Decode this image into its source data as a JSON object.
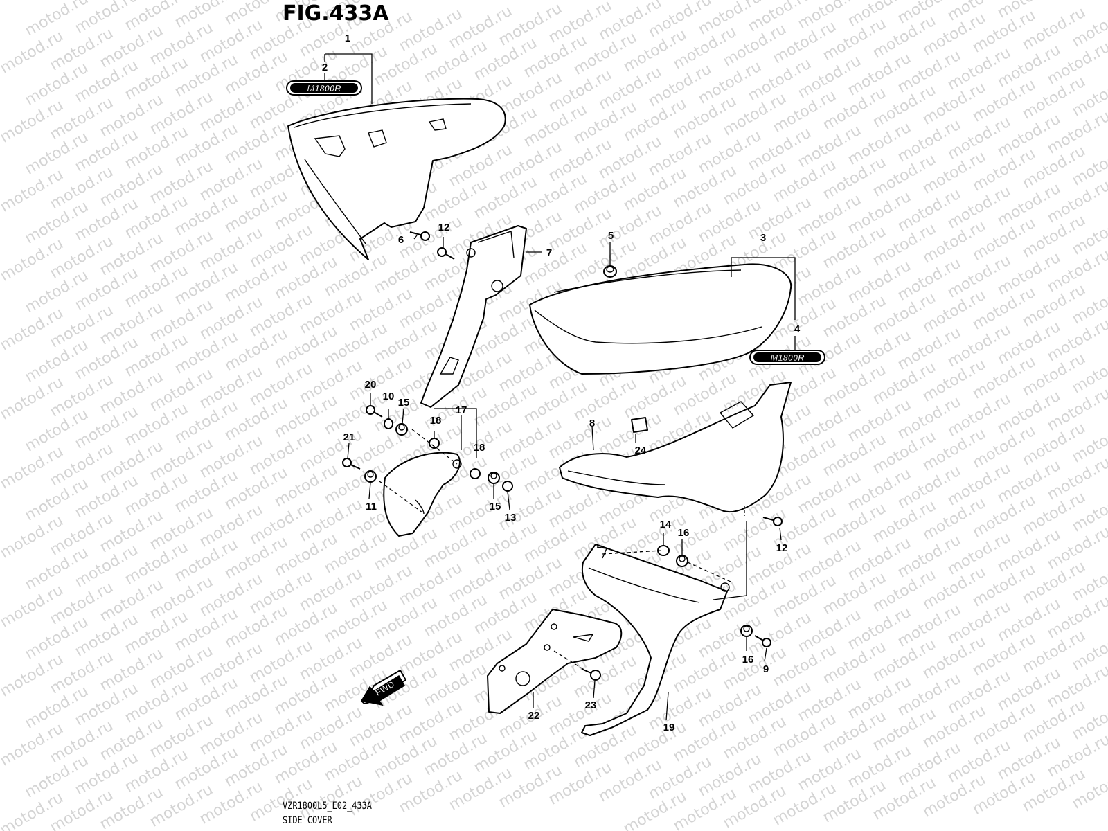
{
  "figure": {
    "title": "FIG.433A",
    "code": "VZR1800L5_E02_433A",
    "caption": "SIDE COVER"
  },
  "watermark": "motod.ru",
  "badge_text": "M1800R",
  "fwd_label": "FWD",
  "callouts": {
    "c1": "1",
    "c2": "2",
    "c3": "3",
    "c4": "4",
    "c5": "5",
    "c6": "6",
    "c7": "7",
    "c8": "8",
    "c9": "9",
    "c10": "10",
    "c11": "11",
    "c12a": "12",
    "c12b": "12",
    "c13": "13",
    "c14": "14",
    "c15a": "15",
    "c15b": "15",
    "c16a": "16",
    "c16b": "16",
    "c17": "17",
    "c18a": "18",
    "c18b": "18",
    "c19": "19",
    "c20": "20",
    "c21": "21",
    "c22": "22",
    "c23": "23",
    "c24": "24"
  },
  "colors": {
    "line": "#000000",
    "watermark": "#d4d4d4",
    "background": "#ffffff"
  }
}
